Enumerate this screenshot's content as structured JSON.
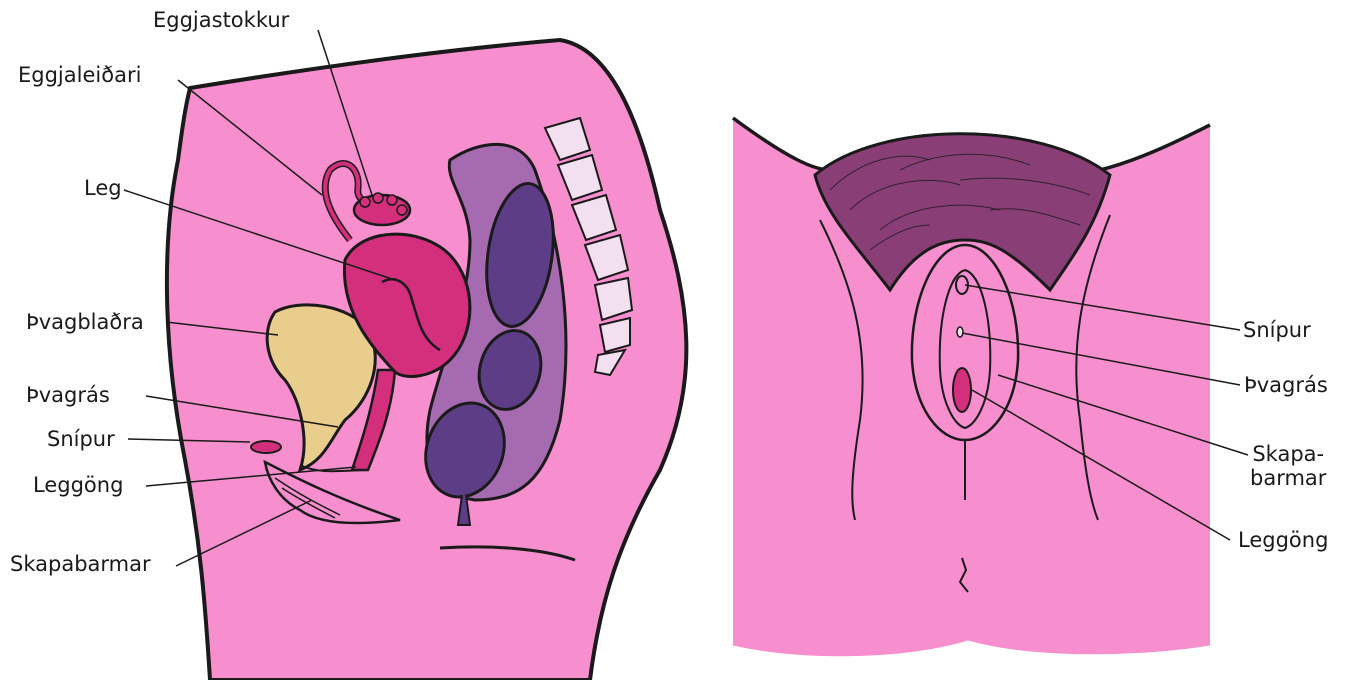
{
  "side_view": {
    "labels": {
      "eggjastokkur": "Eggjastokkur",
      "eggjaleidari": "Eggjaleiðari",
      "leg": "Leg",
      "thvagbladra": "Þvagblaðra",
      "thvagras": "Þvagrás",
      "snipur": "Snípur",
      "leggong": "Leggöng",
      "skapabarmar": "Skapabarmar"
    }
  },
  "front_view": {
    "labels": {
      "snipur": "Snípur",
      "thvagras": "Þvagrás",
      "skapabarmar_line1": "Skapa-",
      "skapabarmar_line2": "barmar",
      "leggong": "Leggöng"
    }
  },
  "colors": {
    "skin": "#f78fcf",
    "uterus": "#d42f7c",
    "bladder": "#e9cd8d",
    "rectum_outer": "#a56aaf",
    "rectum_inner": "#5d3e86",
    "bone": "#f2dff0",
    "outline": "#1a1a1a"
  }
}
